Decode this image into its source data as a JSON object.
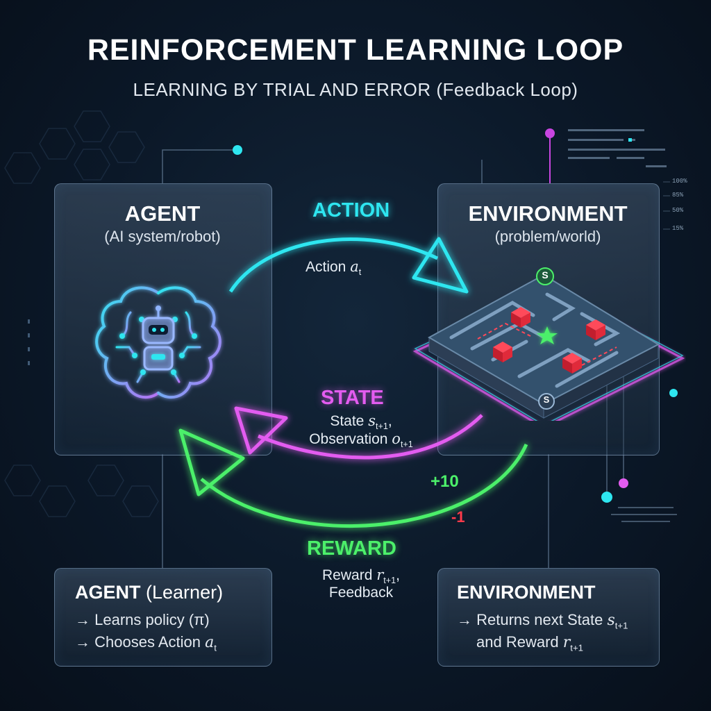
{
  "header": {
    "title": "REINFORCEMENT LEARNING LOOP",
    "subtitle": "LEARNING BY TRIAL AND ERROR (Feedback Loop)"
  },
  "agent": {
    "title": "AGENT",
    "subtitle": "(AI system/robot)",
    "icon": "brain-robot-icon"
  },
  "environment": {
    "title": "ENVIRONMENT",
    "subtitle": "(problem/world)",
    "icon": "maze-grid-icon",
    "start_marker": "S",
    "end_marker": "S"
  },
  "action": {
    "label": "ACTION",
    "text": "Action",
    "var": "a",
    "sub": "t",
    "color": "#2ee6f0"
  },
  "state": {
    "label": "STATE",
    "line1_text": "State",
    "line1_var": "s",
    "line1_sub": "t+1",
    "line2_text": "Observation",
    "line2_var": "o",
    "line2_sub": "t+1",
    "color": "#e35cf0"
  },
  "reward": {
    "label": "REWARD",
    "line1_text": "Reward",
    "line1_var": "r",
    "line1_sub": "t+1",
    "line2_text": "Feedback",
    "positive": "+10",
    "negative": "-1",
    "color": "#4cf06a"
  },
  "agent_info": {
    "title_bold": "AGENT",
    "title_normal": "(Learner)",
    "arrow": "→",
    "line1": "Learns policy (π)",
    "line2_text": "Chooses Action",
    "line2_var": "a",
    "line2_sub": "t"
  },
  "env_info": {
    "title": "ENVIRONMENT",
    "arrow": "→",
    "line1_text": "Returns next State",
    "line1_var": "s",
    "line1_sub": "t+1",
    "line2_text": "and Reward",
    "line2_var": "r",
    "line2_sub": "t+1"
  },
  "scale": [
    "100%",
    "85%",
    "50%",
    "15%"
  ]
}
